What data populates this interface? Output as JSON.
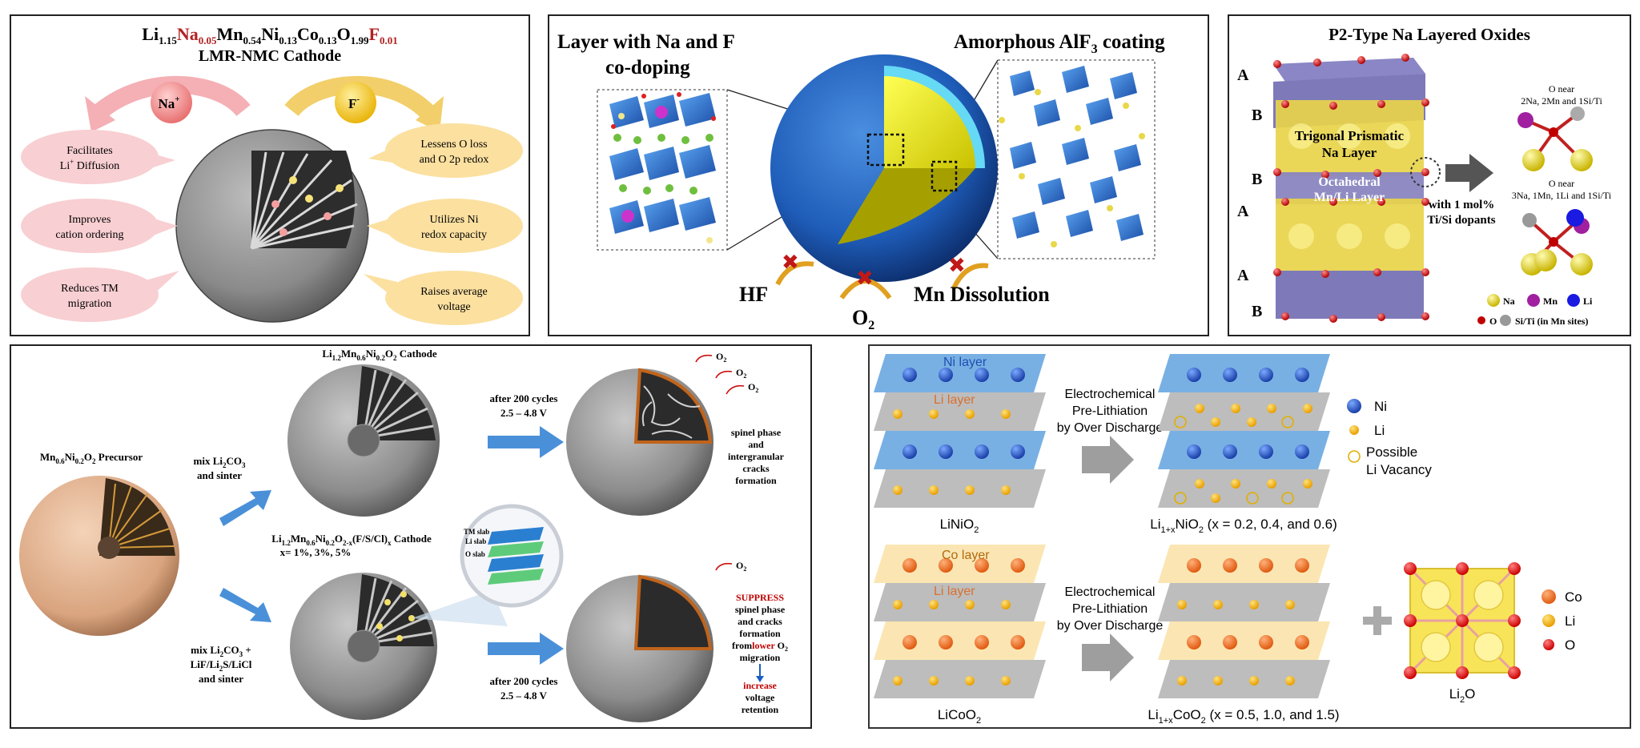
{
  "p1": {
    "title_li": "Li",
    "title_li_sub": "1.15",
    "title_na": "Na",
    "title_na_sub": "0.05",
    "title_mn": "Mn",
    "title_mn_sub": "0.54",
    "title_ni": "Ni",
    "title_ni_sub": "0.13",
    "title_co": "Co",
    "title_co_sub": "0.13",
    "title_o": "O",
    "title_o_sub": "1.99",
    "title_f": "F",
    "title_f_sub": "0.01",
    "subtitle": "LMR-NMC Cathode",
    "na_ion": "Na",
    "na_sup": "+",
    "f_ion": "F",
    "f_sup": "-",
    "left_1a": "Facilitates",
    "left_1b_li": "Li",
    "left_1b_sup": "+",
    "left_1b_rest": " Diffusion",
    "left_2a": "Improves",
    "left_2b": "cation ordering",
    "left_3a": "Reduces TM",
    "left_3b": "migration",
    "right_1a": "Lessens O loss",
    "right_1b": "and O 2p redox",
    "right_2a": "Utilizes Ni",
    "right_2b": "redox capacity",
    "right_3a": "Raises average",
    "right_3b": "voltage",
    "colors": {
      "accent_red": "#b22222",
      "na_bubble": "#f8c9cc",
      "f_bubble": "#fbe3a2"
    }
  },
  "p2": {
    "left_label_1": "Layer with Na and F",
    "left_label_2": "co-doping",
    "right_label_pre": "Amorphous AlF",
    "right_label_sub": "3",
    "right_label_post": " coating",
    "hf": "HF",
    "o2": "O",
    "o2_sub": "2",
    "mn": "Mn Dissolution"
  },
  "p3": {
    "title": "P2-Type Na Layered Oxides",
    "stack": [
      "A",
      "B",
      "B",
      "A",
      "A",
      "B"
    ],
    "trig_1": "Trigonal Prismatic",
    "trig_2": "Na Layer",
    "oct_1": "Octahedral",
    "oct_2": "Mn/Li Layer",
    "dopant_1": "with 1 mol%",
    "dopant_2": "Ti/Si dopants",
    "o_near_1a": "O near",
    "o_near_1b": "2Na, 2Mn and 1Si/Ti",
    "o_near_2a": "O near",
    "o_near_2b": "3Na, 1Mn, 1Li and 1Si/Ti",
    "legend_na": "Na",
    "legend_mn": "Mn",
    "legend_li": "Li",
    "legend_o": "O",
    "legend_siti": "Si/Ti (in Mn sites)"
  },
  "p4": {
    "top_cathode_pre": "Li",
    "top_cathode_s1": "1.2",
    "top_cathode_m": "Mn",
    "top_cathode_s2": "0.6",
    "top_cathode_n": "Ni",
    "top_cathode_s3": "0.2",
    "top_cathode_o": "O",
    "top_cathode_s4": "2",
    "top_cathode_post": " Cathode",
    "precursor_pre": "Mn",
    "precursor_s1": "0.6",
    "precursor_n": "Ni",
    "precursor_s2": "0.2",
    "precursor_o": "O",
    "precursor_s3": "2",
    "precursor_post": " Precursor",
    "mix1_a": "mix Li",
    "mix1_sub": "2",
    "mix1_b": "CO",
    "mix1_sub2": "3",
    "mix1_c": "and sinter",
    "mix2_a": "mix Li",
    "mix2_sub": "2",
    "mix2_b": "CO",
    "mix2_sub2": "3",
    "mix2_c": " +",
    "mix2_d": "LiF/Li",
    "mix2_sub3": "2",
    "mix2_e": "S/LiCl",
    "mix2_f": "and sinter",
    "cycles_1a": "after 200 cycles",
    "cycles_1b": "2.5 – 4.8 V",
    "cycles_2a": "after 200 cycles",
    "cycles_2b": "2.5 – 4.8 V",
    "o2": "O",
    "o2_sub": "2",
    "spinel_1": "spinel phase",
    "spinel_2": "and",
    "spinel_3": "intergranular",
    "spinel_4": "cracks",
    "spinel_5": "formation",
    "doped_pre": "Li",
    "doped_s1": "1.2",
    "doped_m": "Mn",
    "doped_s2": "0.6",
    "doped_n": "Ni",
    "doped_s3": "0.2",
    "doped_o": "O",
    "doped_s4": "2-x",
    "doped_f": "(F/S/Cl)",
    "doped_s5": "x",
    "doped_post": " Cathode",
    "doped_x": "x= 1%, 3%, 5%",
    "slab_tm": "TM slab",
    "slab_li": "Li slab",
    "slab_o": "O slab",
    "suppress": "SUPPRESS",
    "supp_2": "spinel phase",
    "supp_3": "and cracks",
    "supp_4": "formation",
    "supp_5": "from",
    "supp_5b": "lower",
    "supp_5c": " O",
    "supp_5sub": "2",
    "supp_6": "migration",
    "supp_7": "increase",
    "supp_8": "voltage",
    "supp_9": "retention"
  },
  "p5": {
    "ni_layer": "Ni layer",
    "li_layer_top": "Li layer",
    "echem_1a": "Electrochemical",
    "echem_1b": "Pre-Lithiation",
    "echem_1c": "by Over Discharge",
    "lnio_pre": "LiNiO",
    "lnio_sub": "2",
    "lnio_x_pre": "Li",
    "lnio_x_sub": "1+x",
    "lnio_x_mid": "NiO",
    "lnio_x_sub2": "2",
    "lnio_x_post": " (x = 0.2, 0.4, and 0.6)",
    "leg_ni": "Ni",
    "leg_li": "Li",
    "leg_vac_1": "Possible",
    "leg_vac_2": "Li Vacancy",
    "co_layer": "Co layer",
    "li_layer_bot": "Li layer",
    "echem_2a": "Electrochemical",
    "echem_2b": "Pre-Lithiation",
    "echem_2c": "by Over Discharge",
    "lco_pre": "LiCoO",
    "lco_sub": "2",
    "lco_x_pre": "Li",
    "lco_x_sub": "1+x",
    "lco_x_mid": "CoO",
    "lco_x_sub2": "2",
    "lco_x_post": " (x = 0.5, 1.0, and 1.5)",
    "li2o_pre": "Li",
    "li2o_sub": "2",
    "li2o_post": "O",
    "leg_co": "Co",
    "leg_li2": "Li",
    "leg_o": "O"
  }
}
